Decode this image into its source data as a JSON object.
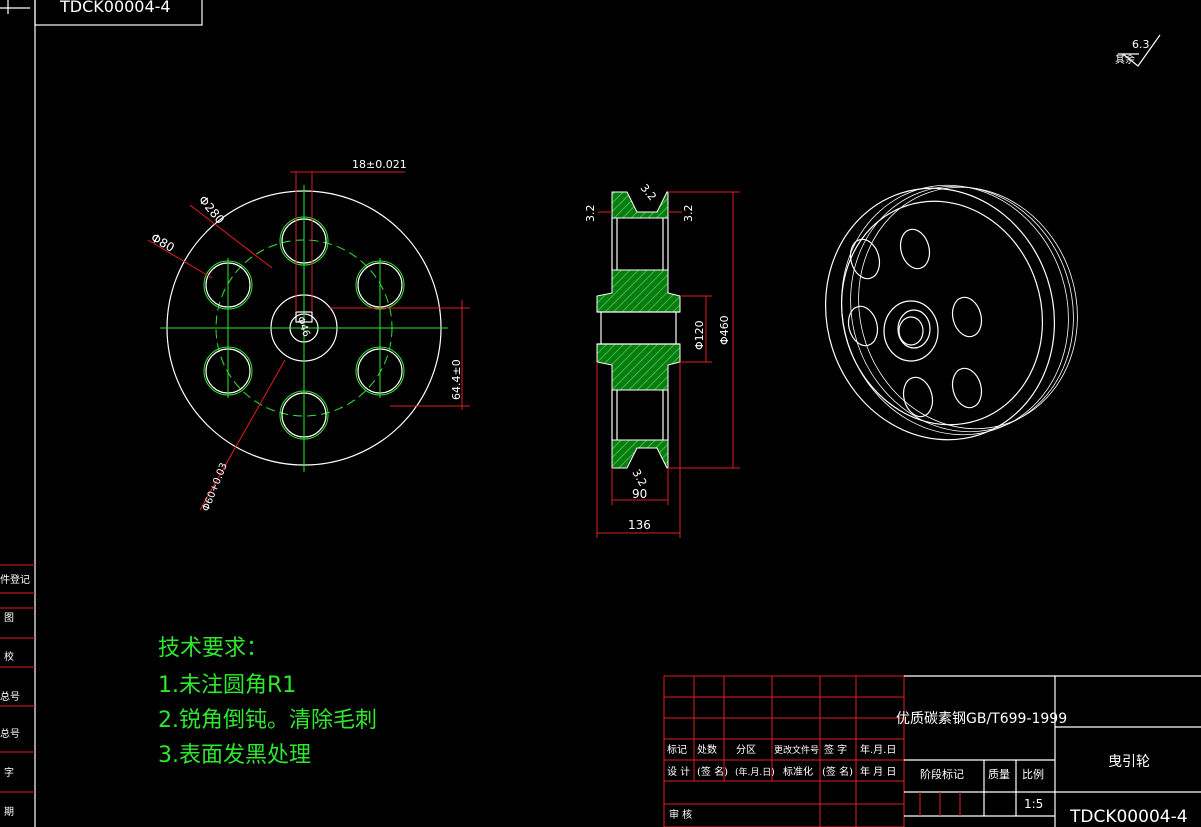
{
  "drawing": {
    "code_box": "TDCK00004-4",
    "roughness_value": "6.3",
    "roughness_label": "其余"
  },
  "front_view": {
    "dim_key_width": "18±0.021",
    "dim_pcd": "Φ280",
    "dim_hole": "Φ80",
    "dim_bore": "Φ46",
    "dim_hub": "Φ60+0.03",
    "dim_key_depth": "64.4±0"
  },
  "section_view": {
    "dim_groove_left": "3.2",
    "dim_groove_top": "3.2",
    "dim_groove_right": "3.2",
    "dim_groove_bottom": "3.2",
    "dim_hub_dia": "Φ120",
    "dim_outer_dia": "Φ460",
    "dim_rim_width": "90",
    "dim_total_width": "136"
  },
  "tech_req": {
    "title": "技术要求：",
    "items": [
      "1.未注圆角R1",
      "2.锐角倒钝。清除毛刺",
      "3.表面发黑处理"
    ]
  },
  "left_strip": [
    "件登记",
    "图",
    "校",
    "总号",
    "总号",
    "字",
    "期"
  ],
  "title_block": {
    "material": "优质碳素钢GB/T699-1999",
    "part_name": "曳引轮",
    "drawing_no": "TDCK00004-4",
    "scale": "1:5",
    "headers1": [
      "标记",
      "处数",
      "分区",
      "更改文件号",
      "签 字",
      "年.月.日"
    ],
    "headers2": [
      "设 计",
      "(签 名)",
      "(年.月.日)",
      "标准化",
      "(签 名)",
      "年 月 日"
    ],
    "review": "审 核",
    "stage_mark": "阶段标记",
    "mass": "质量",
    "ratio": "比例"
  }
}
